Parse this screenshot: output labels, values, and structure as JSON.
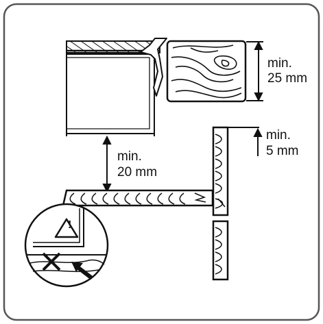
{
  "labels": {
    "worktop_thickness": {
      "line1": "min.",
      "line2": "25 mm"
    },
    "gap_to_shelf": {
      "line1": "min.",
      "line2": "20 mm"
    },
    "side_clearance": {
      "line1": "min.",
      "line2": "5 mm"
    }
  },
  "warning_symbol": "!",
  "colors": {
    "stroke": "#111111",
    "background": "#ffffff",
    "frame": "#555555"
  }
}
